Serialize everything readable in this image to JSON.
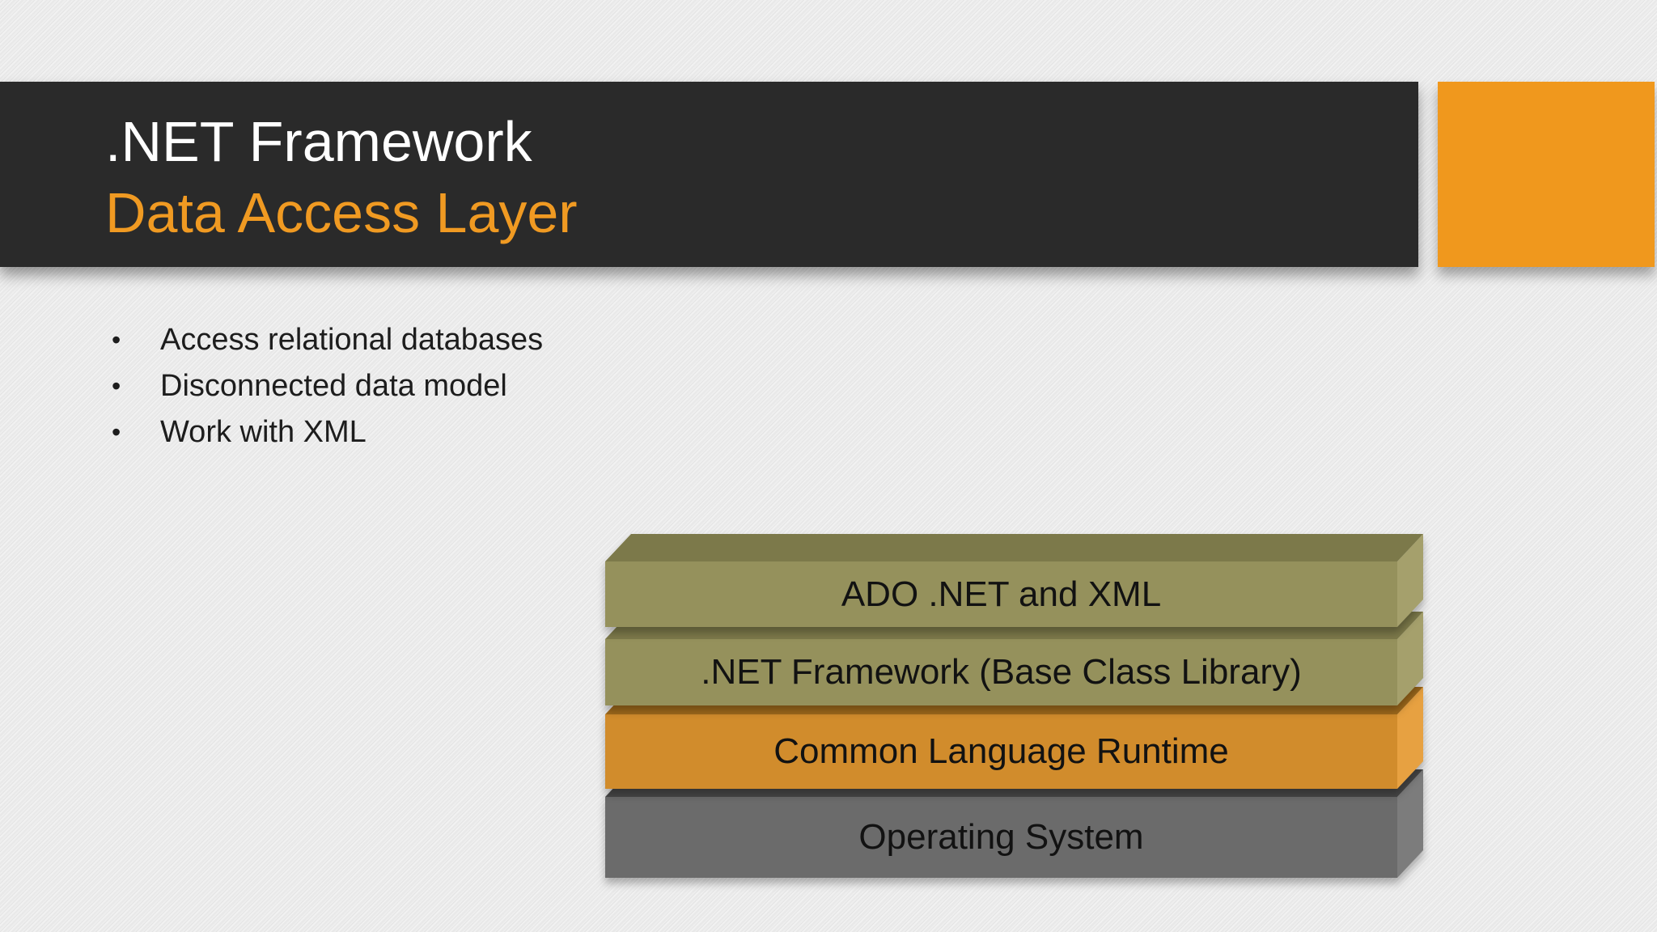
{
  "slide": {
    "title": {
      "line1": ".NET Framework",
      "line2": "Data Access Layer"
    },
    "bullet_char": "•",
    "bullets": [
      "Access relational databases",
      "Disconnected data model",
      "Work with XML"
    ],
    "stack": {
      "layers": [
        {
          "label": "ADO .NET and XML",
          "front": "#95915c",
          "top": "#7c794a",
          "side": "#a5a06c"
        },
        {
          "label": ".NET Framework (Base Class Library)",
          "front": "#95915c",
          "top": "#7c794a",
          "side": "#a5a06c"
        },
        {
          "label": "Common Language Runtime",
          "front": "#d18c2c",
          "top": "#9f6a1c",
          "side": "#e7a141"
        },
        {
          "label": "Operating System",
          "front": "#6b6b6b",
          "top": "#474747",
          "side": "#7c7c7c"
        }
      ]
    },
    "colors": {
      "background": "#eaeaea",
      "title_bar": "#2a2a2a",
      "title_line1_text": "#ffffff",
      "title_line2_text": "#f09a22",
      "accent_square": "#f0981d",
      "body_text": "#1d1d1d",
      "layer_text": "#121212"
    }
  }
}
